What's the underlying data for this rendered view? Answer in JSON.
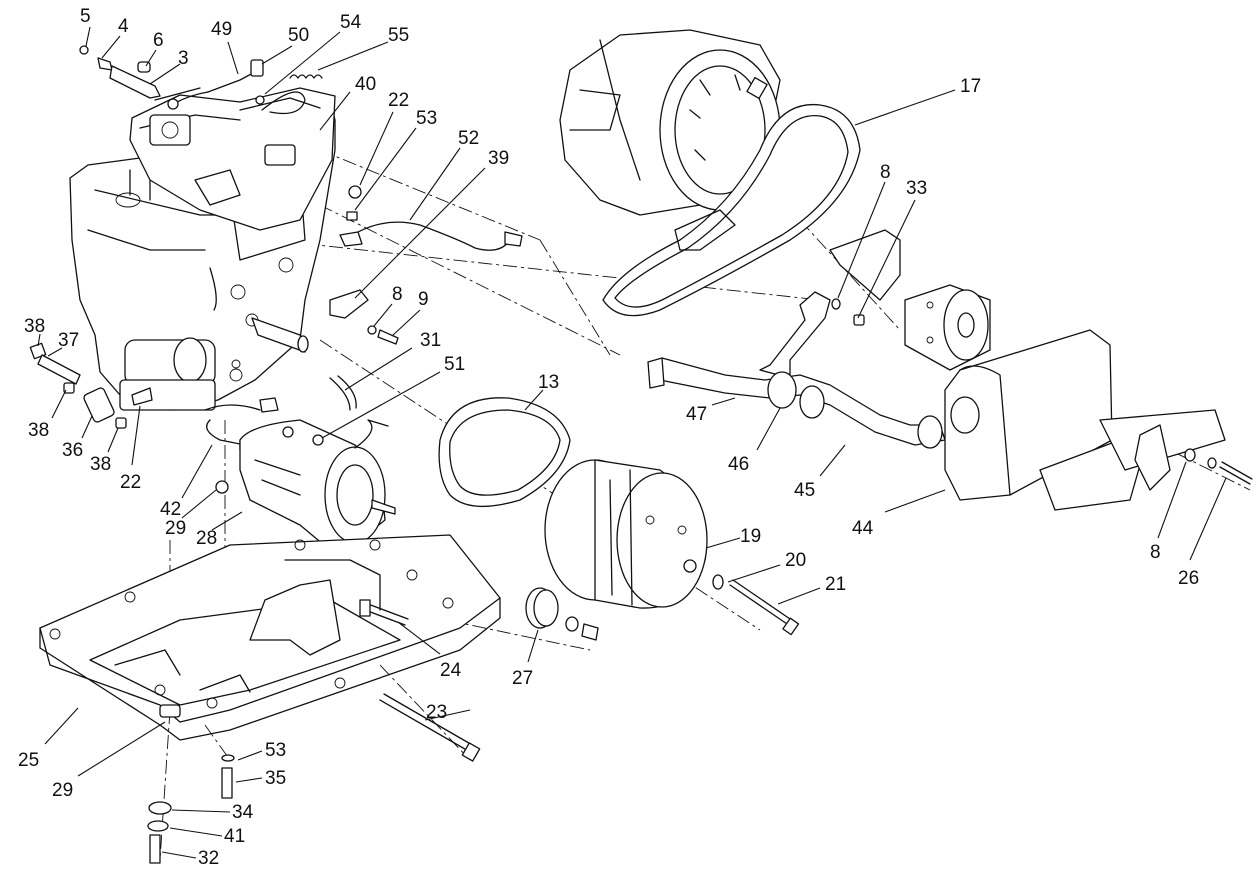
{
  "callouts": [
    {
      "id": "c5",
      "label": "5"
    },
    {
      "id": "c4",
      "label": "4"
    },
    {
      "id": "c6",
      "label": "6"
    },
    {
      "id": "c3",
      "label": "3"
    },
    {
      "id": "c49",
      "label": "49"
    },
    {
      "id": "c50",
      "label": "50"
    },
    {
      "id": "c54",
      "label": "54"
    },
    {
      "id": "c55",
      "label": "55"
    },
    {
      "id": "c40",
      "label": "40"
    },
    {
      "id": "c22a",
      "label": "22"
    },
    {
      "id": "c53a",
      "label": "53"
    },
    {
      "id": "c52",
      "label": "52"
    },
    {
      "id": "c39",
      "label": "39"
    },
    {
      "id": "c17",
      "label": "17"
    },
    {
      "id": "c8a",
      "label": "8"
    },
    {
      "id": "c33",
      "label": "33"
    },
    {
      "id": "c8b",
      "label": "8"
    },
    {
      "id": "c9",
      "label": "9"
    },
    {
      "id": "c31",
      "label": "31"
    },
    {
      "id": "c51",
      "label": "51"
    },
    {
      "id": "c13",
      "label": "13"
    },
    {
      "id": "c38a",
      "label": "38"
    },
    {
      "id": "c37",
      "label": "37"
    },
    {
      "id": "c38b",
      "label": "38"
    },
    {
      "id": "c36",
      "label": "36"
    },
    {
      "id": "c38c",
      "label": "38"
    },
    {
      "id": "c22b",
      "label": "22"
    },
    {
      "id": "c47",
      "label": "47"
    },
    {
      "id": "c46",
      "label": "46"
    },
    {
      "id": "c45",
      "label": "45"
    },
    {
      "id": "c44",
      "label": "44"
    },
    {
      "id": "c42",
      "label": "42"
    },
    {
      "id": "c29a",
      "label": "29"
    },
    {
      "id": "c28",
      "label": "28"
    },
    {
      "id": "c19",
      "label": "19"
    },
    {
      "id": "c20",
      "label": "20"
    },
    {
      "id": "c21",
      "label": "21"
    },
    {
      "id": "c8c",
      "label": "8"
    },
    {
      "id": "c26",
      "label": "26"
    },
    {
      "id": "c24",
      "label": "24"
    },
    {
      "id": "c27",
      "label": "27"
    },
    {
      "id": "c23",
      "label": "23"
    },
    {
      "id": "c25",
      "label": "25"
    },
    {
      "id": "c29b",
      "label": "29"
    },
    {
      "id": "c53b",
      "label": "53"
    },
    {
      "id": "c35",
      "label": "35"
    },
    {
      "id": "c34",
      "label": "34"
    },
    {
      "id": "c41",
      "label": "41"
    },
    {
      "id": "c32",
      "label": "32"
    }
  ]
}
